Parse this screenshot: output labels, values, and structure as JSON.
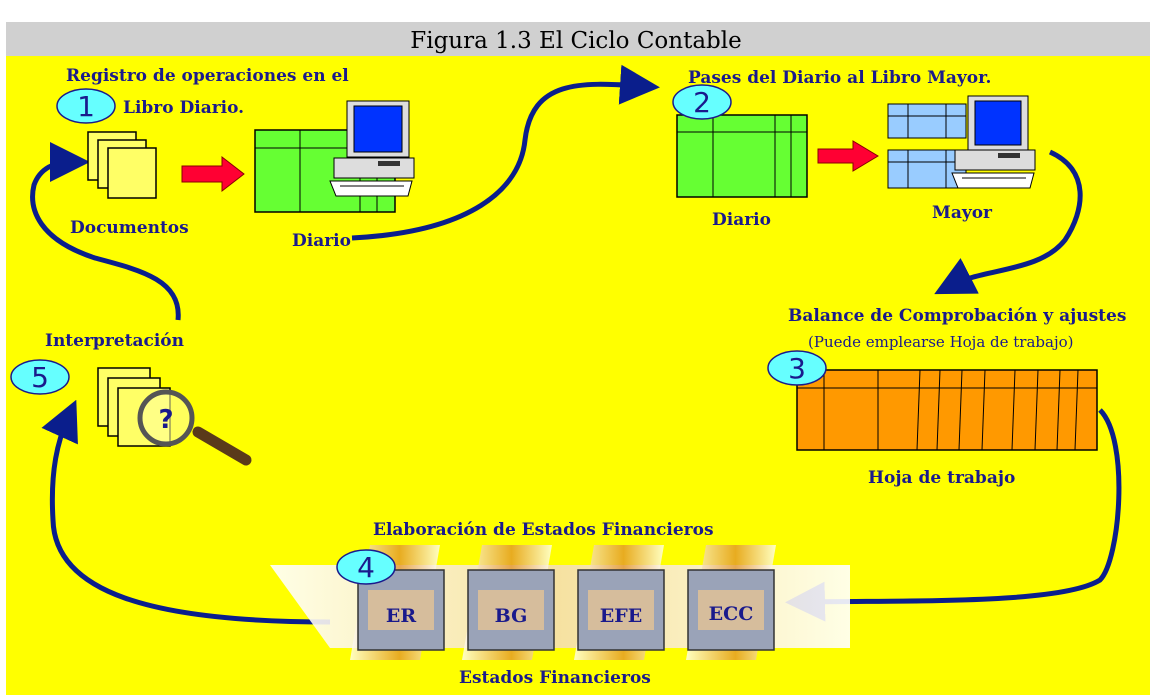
{
  "title": "Figura 1.3  El Ciclo Contable",
  "steps": {
    "s1": {
      "number": "1",
      "title_line1": "Registro de operaciones en  el",
      "title_line2": "Libro Diario.",
      "label_left": "Documentos",
      "label_right": "Diario"
    },
    "s2": {
      "number": "2",
      "title": "Pases del Diario al Libro Mayor.",
      "label_left": "Diario",
      "label_right": "Mayor"
    },
    "s3": {
      "number": "3",
      "title": "Balance de Comprobación y ajustes",
      "subtitle": "(Puede emplearse Hoja de trabajo)",
      "label": "Hoja de trabajo"
    },
    "s4": {
      "number": "4",
      "title": "Elaboración de Estados Financieros",
      "label": "Estados Financieros",
      "statements": [
        "ER",
        "BG",
        "EFE",
        "ECC"
      ]
    },
    "s5": {
      "number": "5",
      "title": "Interpretación",
      "question": "?"
    }
  },
  "colors": {
    "background": "#ffff00",
    "arrow": "#0a1e8c",
    "ledger_green": "#66ff33",
    "ledger_blue": "#99ccff",
    "worksheet_orange": "#ff9900",
    "badge": "#66ffff",
    "red_arrow": "#ff0033"
  }
}
